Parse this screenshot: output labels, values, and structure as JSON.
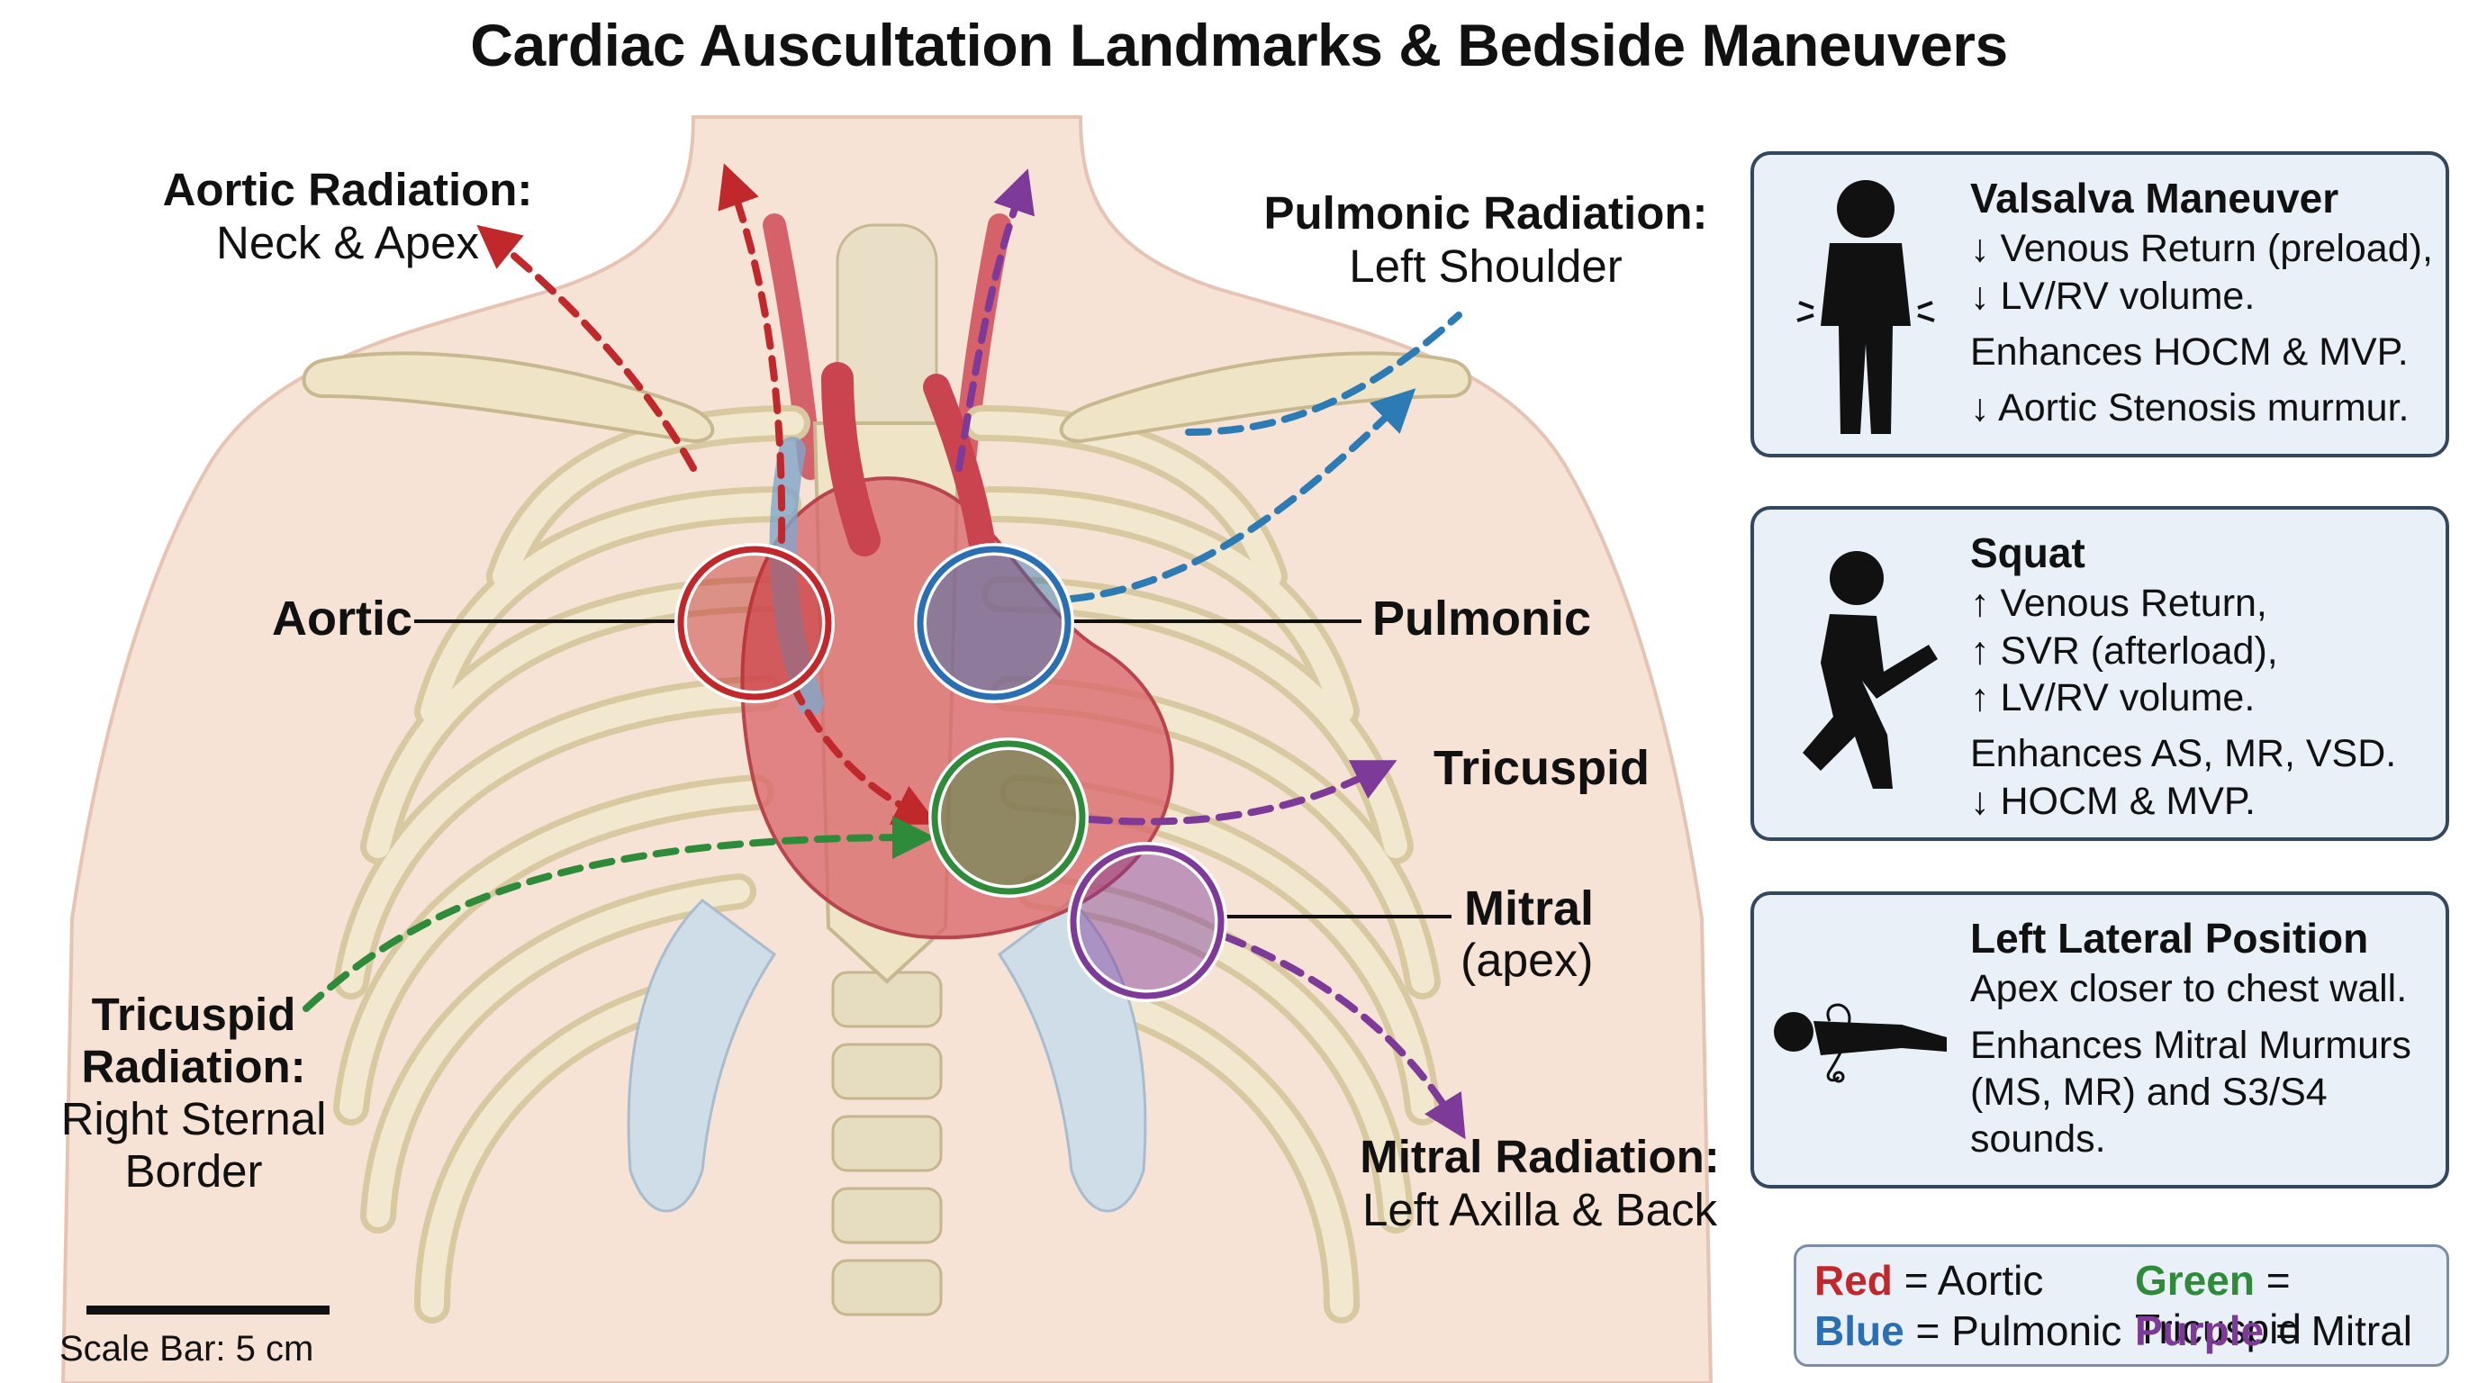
{
  "title": "Cardiac Auscultation Landmarks & Bedside Maneuvers",
  "colors": {
    "aortic": "#c0282b",
    "pulmonic": "#2a6fb4",
    "tricuspid": "#2e8b3a",
    "mitral": "#7d3a98",
    "pulmonic_arrow": "#2d7bb5",
    "skin": "#f7e2d6",
    "bone": "#efe4c6",
    "cartilage": "#cfdde8",
    "panel_bg": "#e9f0f7",
    "panel_border": "#33475e"
  },
  "radiations": {
    "aortic": {
      "heading": "Aortic Radiation:",
      "detail": "Neck & Apex"
    },
    "pulmonic": {
      "heading": "Pulmonic Radiation:",
      "detail": "Left Shoulder"
    },
    "tricuspid": {
      "heading_1": "Tricuspid",
      "heading_2": "Radiation:",
      "detail_1": "Right Sternal",
      "detail_2": "Border"
    },
    "mitral": {
      "heading": "Mitral Radiation:",
      "detail": "Left Axilla & Back"
    }
  },
  "valves": {
    "aortic": "Aortic",
    "pulmonic": "Pulmonic",
    "tricuspid": "Tricuspid",
    "mitral": "Mitral",
    "mitral_sub": "(apex)"
  },
  "panels": {
    "valsalva": {
      "heading": "Valsalva Maneuver",
      "icon": "standing-strain-icon",
      "lines": [
        "↓ Venous Return (preload),",
        "↓ LV/RV volume.",
        "Enhances HOCM & MVP.",
        "↓ Aortic Stenosis murmur."
      ]
    },
    "squat": {
      "heading": "Squat",
      "icon": "squatting-figure-icon",
      "lines": [
        "↑ Venous Return,",
        "↑ SVR (afterload),",
        "↑ LV/RV volume.",
        "Enhances AS, MR, VSD.",
        "↓ HOCM & MVP."
      ]
    },
    "left_lateral": {
      "heading": "Left Lateral Position",
      "icon": "lying-figure-stethoscope-icon",
      "lines": [
        "Apex closer to chest wall.",
        "Enhances Mitral Murmurs",
        "(MS, MR) and S3/S4",
        "sounds."
      ]
    }
  },
  "legend": {
    "red": {
      "key": "Red",
      "value": "= Aortic"
    },
    "green": {
      "key": "Green",
      "value": "= Tricuspid"
    },
    "blue": {
      "key": "Blue",
      "value": "= Pulmonic"
    },
    "purple": {
      "key": "Purple",
      "value": "= Mitral"
    }
  },
  "scale": {
    "label": "Scale Bar: 5 cm"
  }
}
